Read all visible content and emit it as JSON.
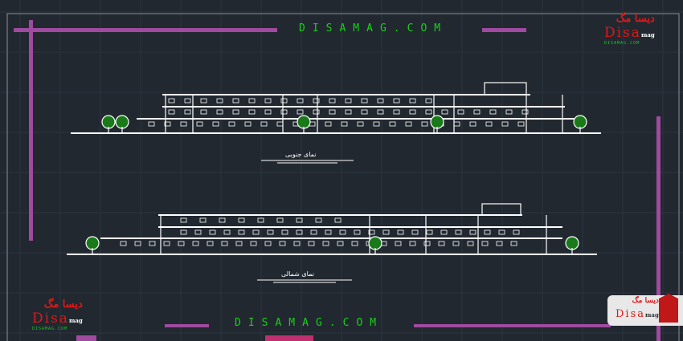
{
  "watermark_top": "DISAMAG.COM",
  "watermark_bottom": "DISAMAG.COM",
  "logo": {
    "persian": "دیسا مگ",
    "disa": "Disa",
    "mag": "mag",
    "url": "DISAMAG.COM"
  },
  "south_elevation": {
    "caption": "نمای جنوبی"
  },
  "north_elevation": {
    "caption": "نمای شمالی"
  },
  "colors": {
    "background": "#212830",
    "accent_frame": "#a04aa0",
    "watermark": "#19d019",
    "logo": "#e01818"
  }
}
